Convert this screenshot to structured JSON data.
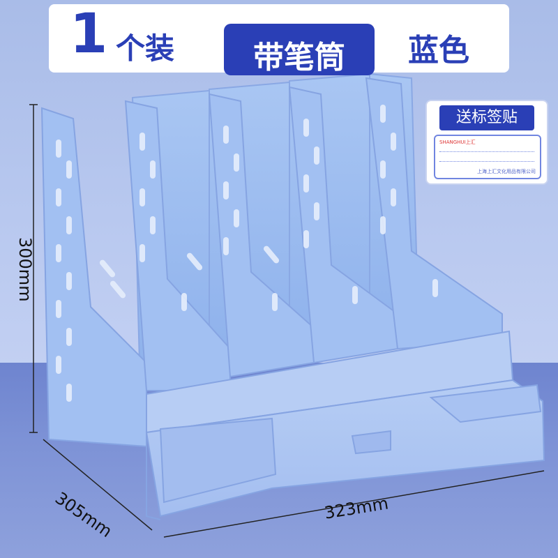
{
  "banner": {
    "count_number": "1",
    "count_unit": "个装",
    "feature": "带笔筒",
    "color_name": "蓝色"
  },
  "sticker": {
    "title": "送标签贴",
    "brand": "SHANGHUI上汇",
    "company": "上海上汇文化用品有限公司"
  },
  "dimensions": {
    "height": "300mm",
    "depth": "305mm",
    "width": "323mm"
  },
  "colors": {
    "accent": "#2a3fb6",
    "product": "#9fc0f0",
    "floor": "#7d92d6"
  }
}
